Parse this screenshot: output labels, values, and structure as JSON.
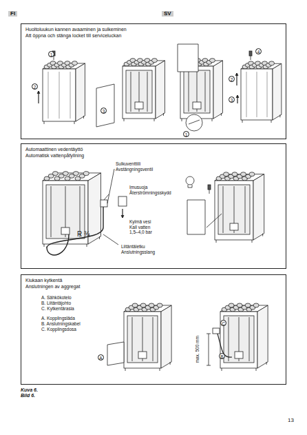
{
  "diagram": {
    "caption": "Kuva 6. Bild 6.",
    "nodes": [
      {
        "text": [
          "Huoltoluukun kannen avaaminen ja sulkeminen",
          "Att öppna och stänga locket till serviceluckan"
        ]
      },
      {
        "text": [
          "Automaattinen vedentäyttö",
          "Automatisk vattenpåfyllning"
        ]
      },
      {
        "text": [
          "Kiukaan kytkentä",
          "Anslutningen av aggregat"
        ]
      }
    ],
    "labels": [
      "FI",
      "SV",
      "1",
      "2",
      "3",
      "1",
      "4",
      "2",
      "3",
      "Sulkuventtiili",
      "Avstängningsventil",
      "Imusuoja",
      "Återströmningsskydd",
      "Kylmä vesi",
      "Kall vatten",
      "1,5–4,0 bar",
      "R ¾",
      "Liitäntäletku",
      "Anslutningsslang",
      "A. Sähkökotelo",
      "B. Liitäntäjohto",
      "C. Kytkentärasia",
      "A. Kopplingsläda",
      "B. Anslutningskabel",
      "C. Kopplingsdosa",
      "A",
      "C",
      "B",
      "max. 500 mm",
      "13"
    ]
  }
}
